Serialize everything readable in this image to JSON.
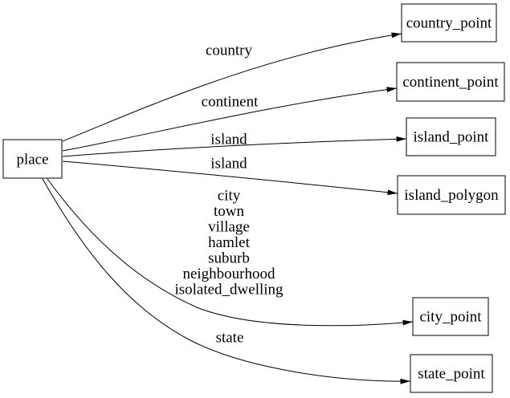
{
  "diagram": {
    "type": "directed-graph",
    "background_color": "#ffffff",
    "line_color": "#000000",
    "text_color": "#000000",
    "nodes": [
      {
        "id": "place",
        "label": "place"
      },
      {
        "id": "country_point",
        "label": "country_point"
      },
      {
        "id": "continent_point",
        "label": "continent_point"
      },
      {
        "id": "island_point",
        "label": "island_point"
      },
      {
        "id": "island_polygon",
        "label": "island_polygon"
      },
      {
        "id": "city_point",
        "label": "city_point"
      },
      {
        "id": "state_point",
        "label": "state_point"
      }
    ],
    "edges": [
      {
        "from": "place",
        "to": "country_point",
        "label": "country"
      },
      {
        "from": "place",
        "to": "continent_point",
        "label": "continent"
      },
      {
        "from": "place",
        "to": "island_point",
        "label": "island"
      },
      {
        "from": "place",
        "to": "island_polygon",
        "label": "island"
      },
      {
        "from": "place",
        "to": "city_point",
        "label_lines": [
          "city",
          "town",
          "village",
          "hamlet",
          "suburb",
          "neighbourhood",
          "isolated_dwelling"
        ]
      },
      {
        "from": "place",
        "to": "state_point",
        "label": "state"
      }
    ]
  }
}
